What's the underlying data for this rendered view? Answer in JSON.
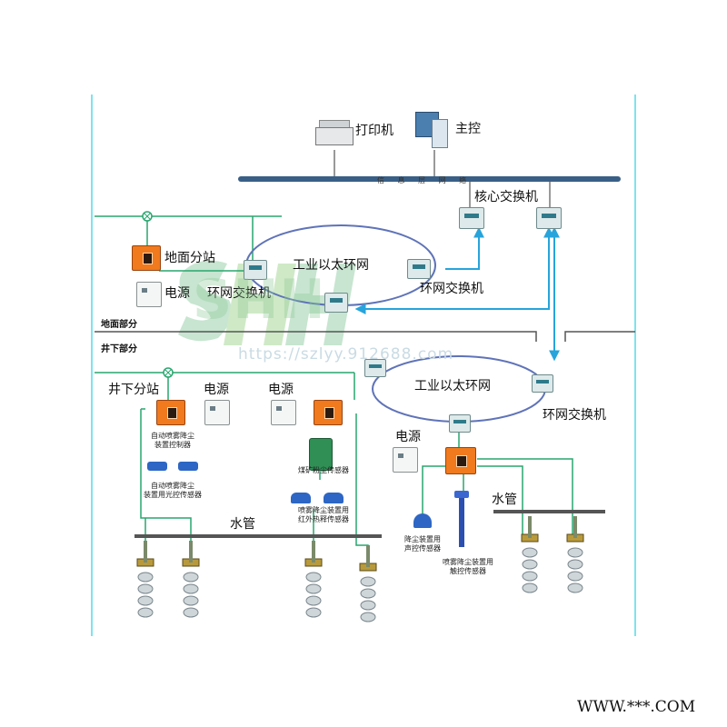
{
  "labels": {
    "printer": "打印机",
    "host": "主控",
    "bus": "信 息 层 网 络",
    "core_switch": "核心交换机",
    "ground_substation": "地面分站",
    "ring_upper": "工业以太环网",
    "power_upper": "电源",
    "ring_switch_left": "环网交换机",
    "ring_switch_right_upper": "环网交换机",
    "ground_section": "地面部分",
    "underground_section": "井下部分",
    "underground_substation": "井下分站",
    "power_a": "电源",
    "power_b": "电源",
    "ring_lower": "工业以太环网",
    "ring_switch_lower": "环网交换机",
    "power_c": "电源",
    "auto_spray_controller": "自动喷雾降尘\n装置控制器",
    "auto_spray_light_sensor": "自动喷雾降尘\n装置用光控传感器",
    "coal_dust_sensor": "煤矿粉尘传感器",
    "spray_ir_sensor": "喷雾降尘装置用\n红外热释传感器",
    "water_pipe_left": "水管",
    "water_pipe_right": "水管",
    "dust_sound_sensor": "降尘装置用\n声控传感器",
    "spray_touch_sensor": "喷雾降尘装置用\n触控传感器",
    "watermark_logo": "SHH",
    "watermark_url": "https://szlyy.912688.com",
    "footer": "WWW.***.COM"
  },
  "colors": {
    "bus": "#3a5f86",
    "green_line": "#28a66e",
    "ring": "#5f73b8",
    "blue_arrow": "#27a4db",
    "orange": "#f07a1d",
    "cyan_frame": "#7fe3ee",
    "watermark": "#bfe1cc"
  }
}
